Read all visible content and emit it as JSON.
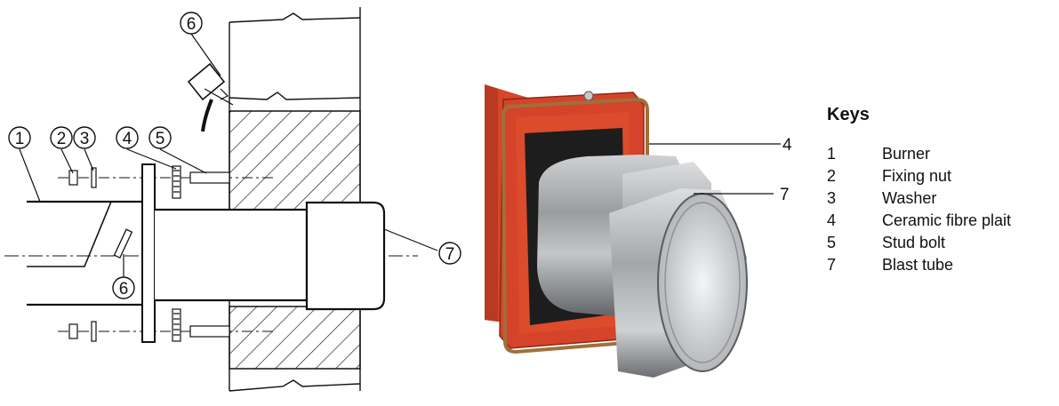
{
  "callouts_left": {
    "c1": "1",
    "c2": "2",
    "c3": "3",
    "c4": "4",
    "c5": "5",
    "c6_top": "6",
    "c6_bottom": "6",
    "c7": "7"
  },
  "callouts_right": {
    "c4": "4",
    "c7": "7"
  },
  "keys": {
    "title": "Keys",
    "items": [
      {
        "num": "1",
        "label": "Burner"
      },
      {
        "num": "2",
        "label": "Fixing nut"
      },
      {
        "num": "3",
        "label": "Washer"
      },
      {
        "num": "4",
        "label": "Ceramic fibre plait"
      },
      {
        "num": "5",
        "label": "Stud bolt"
      },
      {
        "num": "7",
        "label": "Blast tube"
      }
    ]
  },
  "colors": {
    "housing_red": "#d8452a",
    "housing_dark": "#9e2d18",
    "plait": "#a0703a",
    "tube": "#8d9093",
    "line": "#111111"
  }
}
